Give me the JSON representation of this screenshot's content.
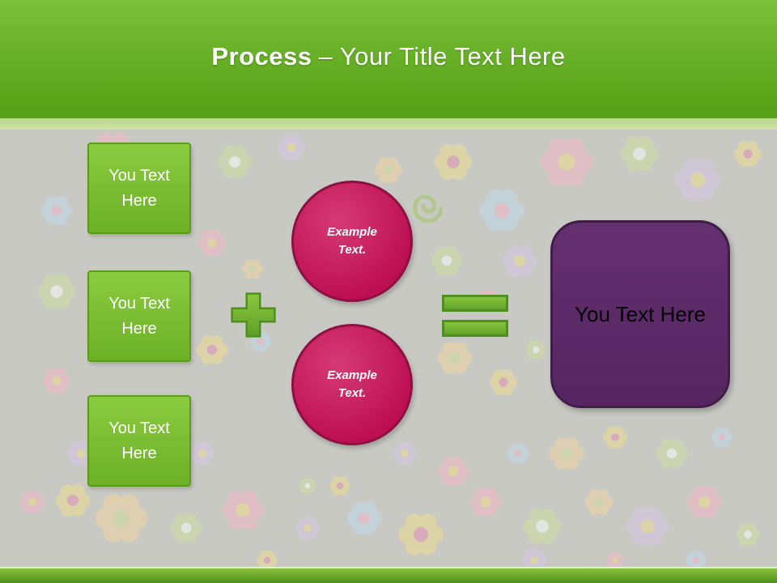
{
  "header": {
    "title_bold": "Process",
    "title_rest": "– Your Title Text Here"
  },
  "left_boxes": [
    {
      "label": "You Text Here"
    },
    {
      "label": "You Text Here"
    },
    {
      "label": "You Text Here"
    }
  ],
  "example_circles": [
    {
      "label": "Example Text."
    },
    {
      "label": "Example Text."
    }
  ],
  "result_box": {
    "label": "You Text Here"
  },
  "colors": {
    "header_green": "#64ad24",
    "box_green": "#6cb026",
    "circle_crimson": "#bc0e52",
    "result_purple": "#5d2a66",
    "background_gray": "#c9c9c4"
  }
}
